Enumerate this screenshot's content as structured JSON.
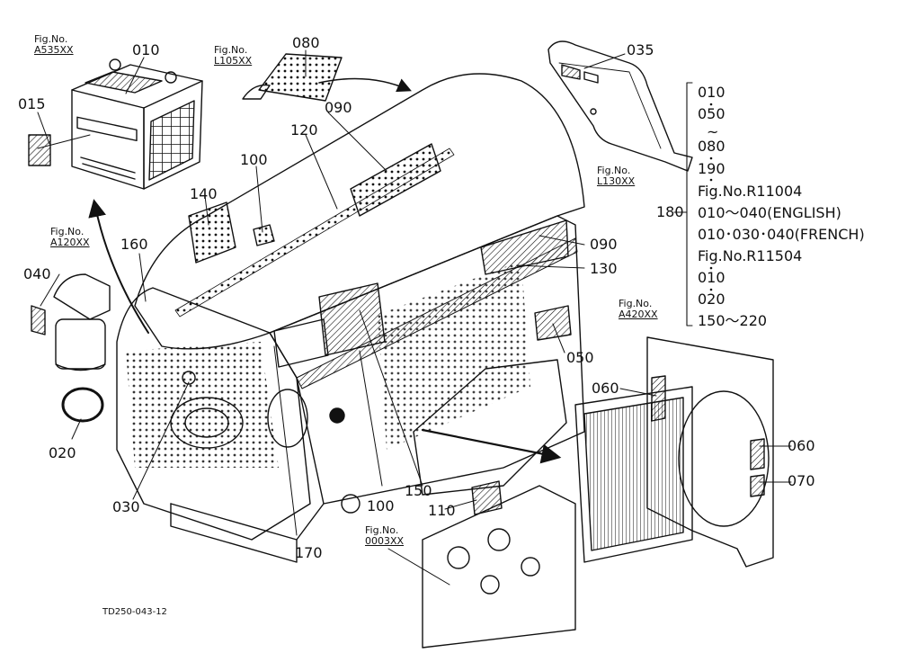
{
  "document": {
    "drawing_code": "TD250-043-12"
  },
  "figure_refs": {
    "a535": {
      "label": "Fig.No.",
      "code": "A535XX"
    },
    "l105": {
      "label": "Fig.No.",
      "code": "L105XX"
    },
    "a120": {
      "label": "Fig.No.",
      "code": "A120XX"
    },
    "l130": {
      "label": "Fig.No.",
      "code": "L130XX"
    },
    "a420": {
      "label": "Fig.No.",
      "code": "A420XX"
    },
    "f0003": {
      "label": "Fig.No.",
      "code": "0003XX"
    }
  },
  "callouts": {
    "c010": "010",
    "c015": "015",
    "c080": "080",
    "c035": "035",
    "c090a": "090",
    "c120": "120",
    "c100a": "100",
    "c140": "140",
    "c160": "160",
    "c040": "040",
    "c090b": "090",
    "c130": "130",
    "c050": "050",
    "c060a": "060",
    "c060b": "060",
    "c070": "070",
    "c020": "020",
    "c030": "030",
    "c100b": "100",
    "c150": "150",
    "c110": "110",
    "c170": "170"
  },
  "label_group": {
    "callout": "180",
    "items": [
      "010",
      "050",
      "~",
      "080",
      "190",
      "Fig.No.R11004",
      "010～040(ENGLISH)",
      "010･030･040(FRENCH)",
      "Fig.No.R11504",
      "010",
      "020",
      "150～220"
    ]
  }
}
